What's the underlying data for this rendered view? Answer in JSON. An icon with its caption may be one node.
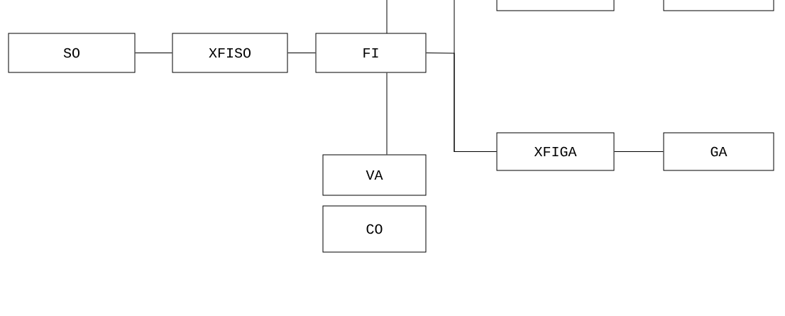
{
  "diagram": {
    "nodes": [
      {
        "text": [],
        "shape": "box"
      },
      {
        "text": [],
        "shape": "box"
      },
      {
        "text": [
          "SO"
        ]
      },
      {
        "text": [
          "XFISO"
        ]
      },
      {
        "text": [
          "FI"
        ]
      },
      {
        "text": [
          "XFIGA"
        ]
      },
      {
        "text": [
          "GA"
        ]
      },
      {
        "text": [
          "VA"
        ]
      },
      {
        "text": [
          "CO"
        ]
      }
    ],
    "edges": [
      {
        "from": 2,
        "to": 3,
        "arrow": "none"
      },
      {
        "from": 3,
        "to": 4,
        "arrow": "none"
      },
      {
        "from": null,
        "to": 4,
        "arrow": "none"
      },
      {
        "from": 4,
        "to": 7,
        "arrow": "none"
      },
      {
        "from": 4,
        "to": 5,
        "arrow": "none"
      },
      {
        "from": null,
        "to": 5,
        "arrow": "none"
      },
      {
        "from": 5,
        "to": 6,
        "arrow": "none"
      }
    ]
  }
}
